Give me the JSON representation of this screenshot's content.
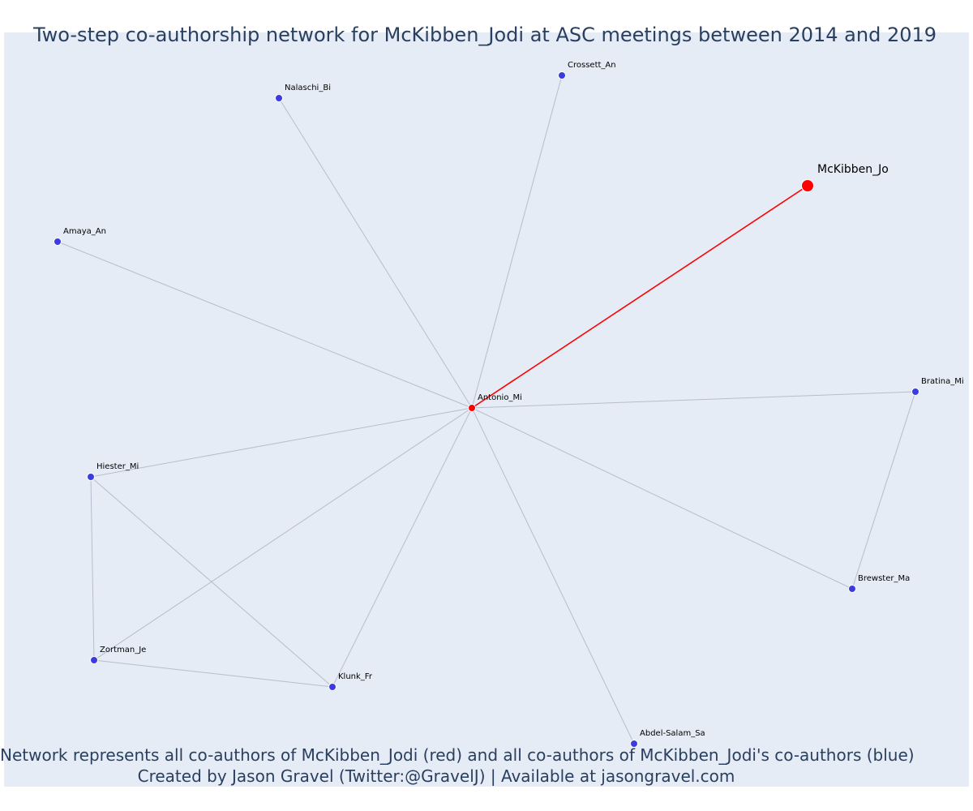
{
  "title": "Two-step co-authorship network for McKibben_Jodi at ASC meetings between 2014 and 2019",
  "footer": {
    "line1": "Network represents all co-authors of McKibben_Jodi (red) and all co-authors of McKibben_Jodi's co-authors (blue)",
    "line2": "Created by Jason Gravel (Twitter:@GravelJ) | Available at jasongravel.com"
  },
  "colors": {
    "background": "#e5ecf6",
    "first_degree": "#ff0000",
    "second_degree": "#3b3be0",
    "edge": "#b8bccd",
    "ego_edge": "#ff0000",
    "title_text": "#2a3f5f"
  },
  "nodes": [
    {
      "id": "McKibben_Jo",
      "group": "ego"
    },
    {
      "id": "Antonio_Mi",
      "group": "coauthor"
    },
    {
      "id": "Crossett_An",
      "group": "second"
    },
    {
      "id": "Nalaschi_Bi",
      "group": "second"
    },
    {
      "id": "Amaya_An",
      "group": "second"
    },
    {
      "id": "Bratina_Mi",
      "group": "second"
    },
    {
      "id": "Hiester_Mi",
      "group": "second"
    },
    {
      "id": "Brewster_Ma",
      "group": "second"
    },
    {
      "id": "Zortman_Je",
      "group": "second"
    },
    {
      "id": "Klunk_Fr",
      "group": "second"
    },
    {
      "id": "Abdel-Salam_Sa",
      "group": "second"
    }
  ],
  "edges": [
    {
      "source": "Antonio_Mi",
      "target": "McKibben_Jo",
      "ego": true
    },
    {
      "source": "Antonio_Mi",
      "target": "Crossett_An"
    },
    {
      "source": "Antonio_Mi",
      "target": "Nalaschi_Bi"
    },
    {
      "source": "Antonio_Mi",
      "target": "Amaya_An"
    },
    {
      "source": "Antonio_Mi",
      "target": "Bratina_Mi"
    },
    {
      "source": "Antonio_Mi",
      "target": "Hiester_Mi"
    },
    {
      "source": "Antonio_Mi",
      "target": "Brewster_Ma"
    },
    {
      "source": "Antonio_Mi",
      "target": "Zortman_Je"
    },
    {
      "source": "Antonio_Mi",
      "target": "Klunk_Fr"
    },
    {
      "source": "Antonio_Mi",
      "target": "Abdel-Salam_Sa"
    },
    {
      "source": "Bratina_Mi",
      "target": "Brewster_Ma"
    },
    {
      "source": "Hiester_Mi",
      "target": "Zortman_Je"
    },
    {
      "source": "Hiester_Mi",
      "target": "Klunk_Fr"
    },
    {
      "source": "Zortman_Je",
      "target": "Klunk_Fr"
    }
  ]
}
